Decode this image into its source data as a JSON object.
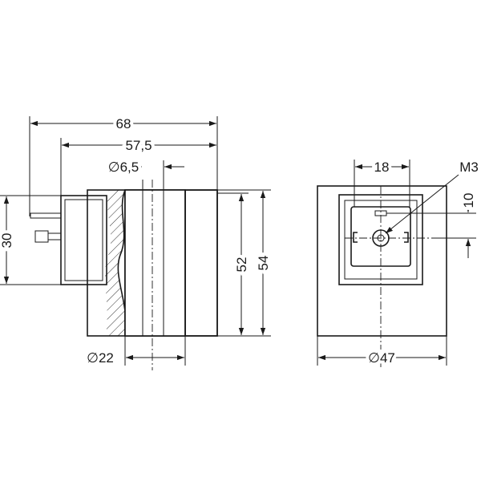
{
  "dimensions": {
    "overall_length": "68",
    "body_length": "57,5",
    "bore_diameter": "∅6,5",
    "bore_outer_diameter": "∅22",
    "connector_height": "30",
    "bore_height": "52",
    "overall_height": "54",
    "connector_width": "18",
    "screw_thread": "M3",
    "screw_offset": "10",
    "body_diameter": "∅47"
  }
}
